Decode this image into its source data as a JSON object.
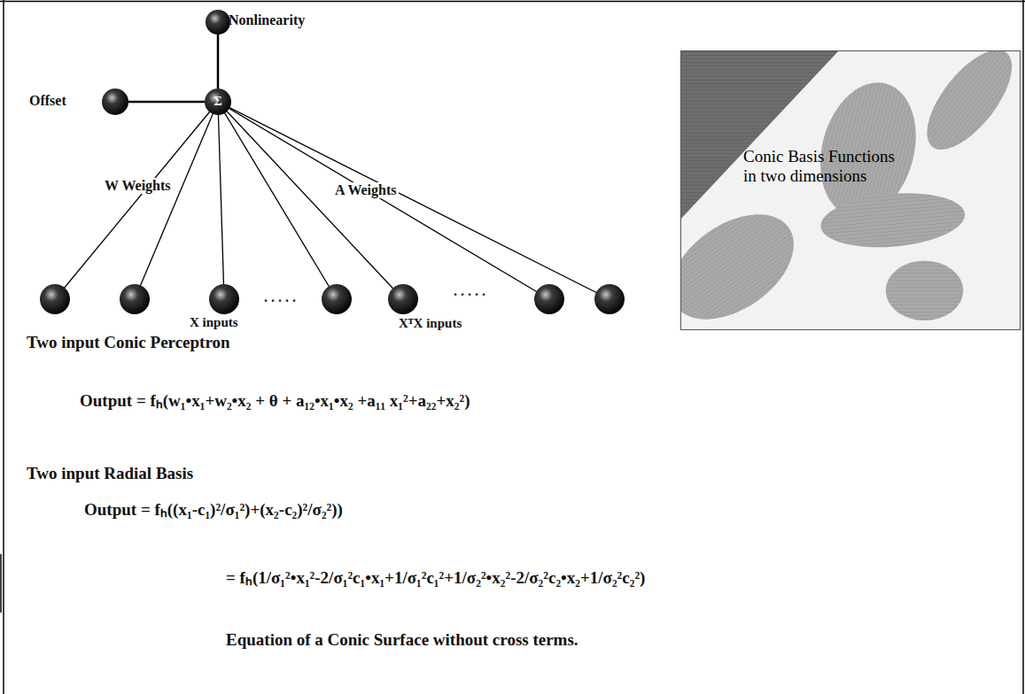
{
  "diagram": {
    "nodes": [
      {
        "text": [
          "Nonlinearity"
        ]
      },
      {
        "text": [
          "Offset"
        ]
      },
      {
        "text": [
          "Σ"
        ]
      },
      {
        "text": [
          "Conic Basis Functions in two dimensions"
        ]
      }
    ],
    "edges": [
      {
        "from": 1,
        "to": 2,
        "arrow": "none"
      },
      {
        "from": 2,
        "to": 0,
        "arrow": "none"
      }
    ],
    "labels": [
      "W Weights",
      "A Weights",
      ".....",
      ".....",
      "X inputs",
      "XᵀX inputs",
      "Two input Conic Perceptron",
      "Output = fₕ(w₁•x₁+w₂•x₂ + θ + a₁₂•x₁•x₂ +a₁₁ x₁²+a₂₂+x₂²)",
      "Two input Radial Basis",
      "Output = fₕ((x₁-c₁)²/σ₁²)+(x₂-c₂)²/σ₂²))",
      "= fₕ(1/σ₁²•x₁²-2/σ₁²c₁•x₁+1/σ₁²c₁²+1/σ₂²•x₂²-2/σ₂²c₂•x₂+1/σ₂²c₂²)",
      "Equation of a Conic Surface without cross terms."
    ]
  }
}
